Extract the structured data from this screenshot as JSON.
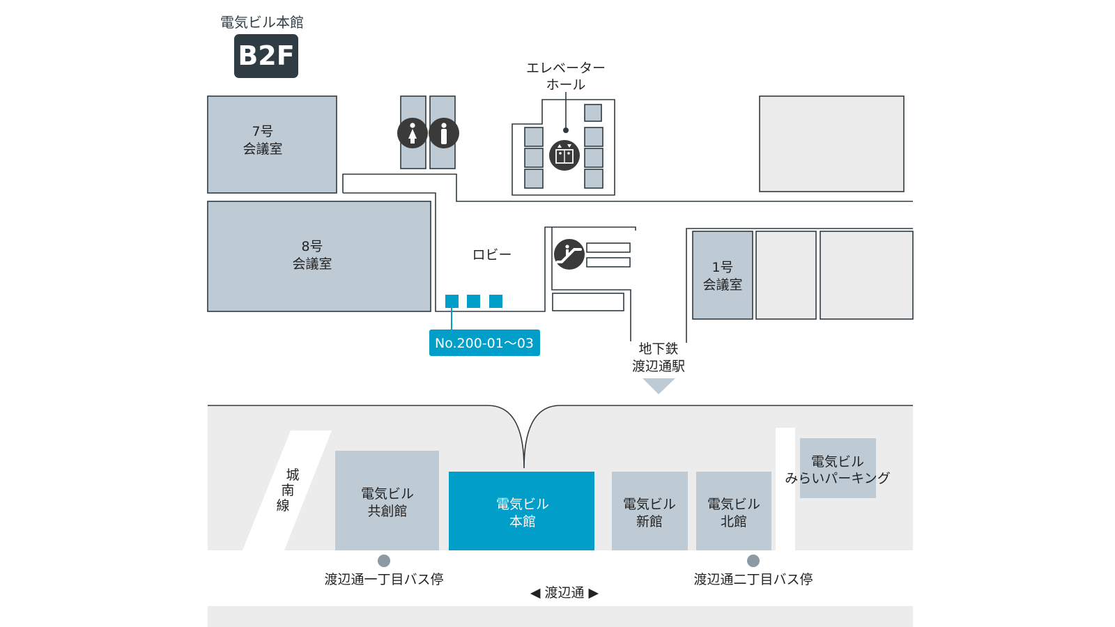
{
  "header": {
    "building": "電気ビル本館",
    "floor": "B2F"
  },
  "rooms": {
    "room7": [
      "7号",
      "会議室"
    ],
    "room8": [
      "8号",
      "会議室"
    ],
    "room1": [
      "1号",
      "会議室"
    ],
    "lobby": "ロビー",
    "elevator_hall": [
      "エレベーター",
      "ホール"
    ]
  },
  "spots": {
    "label": "No.200-01～03",
    "count": 3
  },
  "subway": [
    "地下鉄",
    "渡辺通駅"
  ],
  "outside": {
    "joinan_line": [
      "城",
      "南",
      "線"
    ],
    "kyoso": [
      "電気ビル",
      "共創館"
    ],
    "honkan": [
      "電気ビル",
      "本館"
    ],
    "shinkan": [
      "電気ビル",
      "新館"
    ],
    "kitakan": [
      "電気ビル",
      "北館"
    ],
    "parking": [
      "電気ビル",
      "みらいパーキング"
    ],
    "bus_stop_1": "渡辺通一丁目バス停",
    "bus_stop_2": "渡辺通二丁目バス停",
    "street": "◀ 渡辺通 ▶"
  },
  "icons": [
    "female-restroom-icon",
    "male-restroom-icon",
    "elevator-icon",
    "escalator-icon"
  ],
  "colors": {
    "accent": "#009ec8",
    "room": "#bfcbd4",
    "badge": "#2f3c44",
    "icon": "#3a3a3a",
    "ground": "#ececec"
  }
}
